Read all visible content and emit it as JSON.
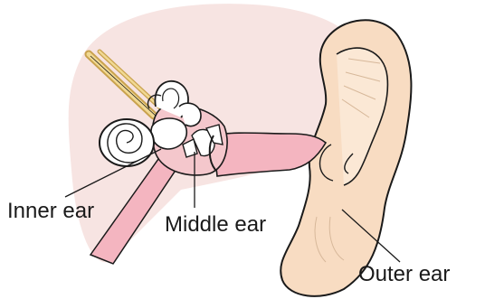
{
  "labels": {
    "inner_ear": "Inner ear",
    "middle_ear": "Middle ear",
    "outer_ear": "Outer ear"
  },
  "colors": {
    "skin_background": "#f7e4e2",
    "outer_ear_skin": "#f8dcc2",
    "ear_canal": "#f4b5c0",
    "bone": "#ffffff",
    "nerve": "#e5c47a",
    "outline": "#1a1a1a"
  }
}
